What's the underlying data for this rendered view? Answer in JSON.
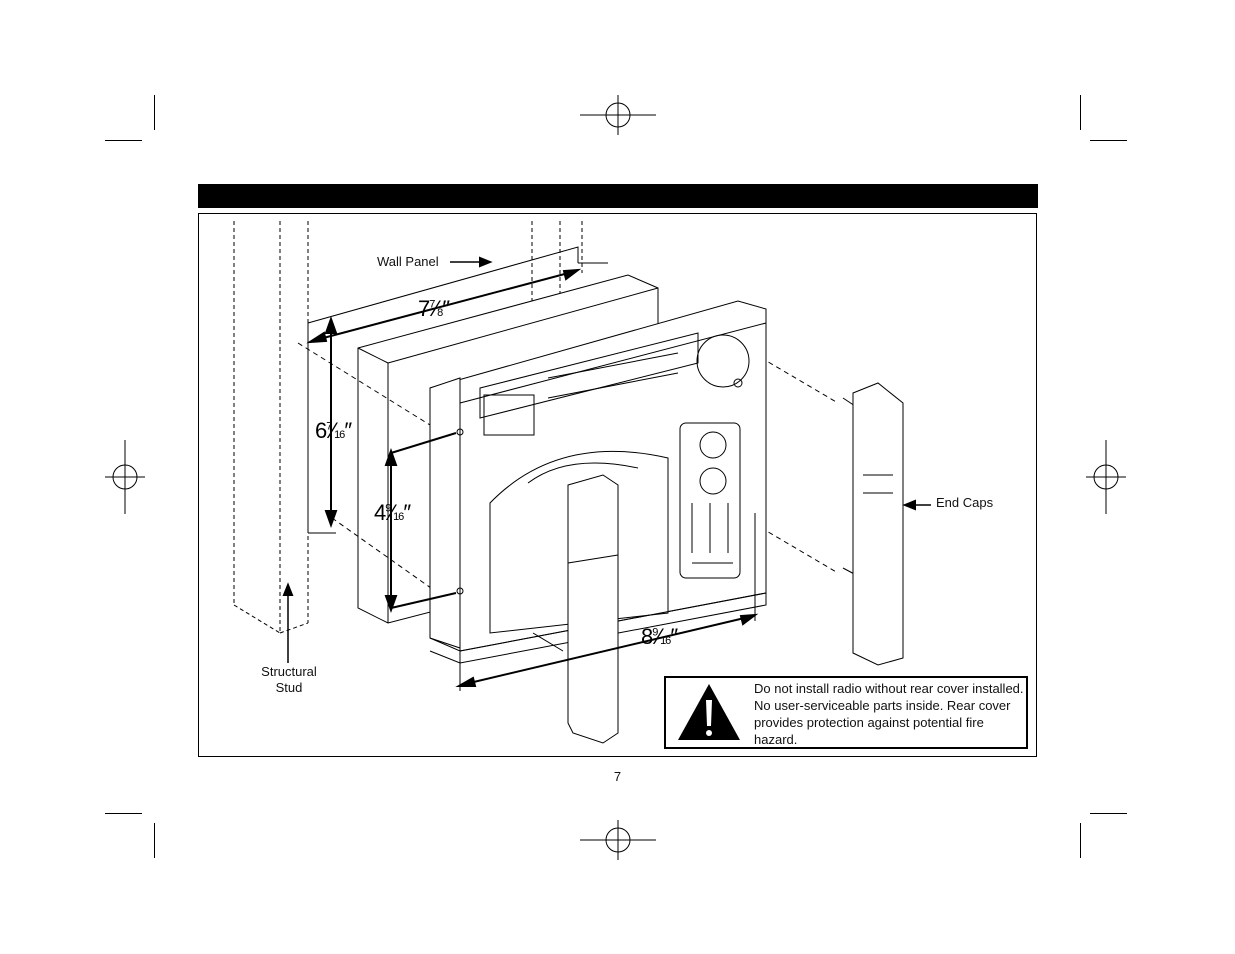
{
  "labels": {
    "wall_panel": "Wall Panel",
    "end_caps": "End Caps",
    "structural_stud_line1": "Structural",
    "structural_stud_line2": "Stud"
  },
  "dimensions": {
    "width_top": {
      "whole": "7",
      "num": "7",
      "den": "8"
    },
    "height_left": {
      "whole": "6",
      "num": "7",
      "den": "16"
    },
    "height_inner": {
      "whole": "4",
      "num": "9",
      "den": "16"
    },
    "width_bottom": {
      "whole": "8",
      "num": "9",
      "den": "16"
    }
  },
  "warning": {
    "icon": "exclamation-triangle-icon",
    "text": "Do not install radio without rear cover installed. No user-serviceable parts inside. Rear  cover provides protection against potential fire hazard."
  },
  "page_number": "7"
}
